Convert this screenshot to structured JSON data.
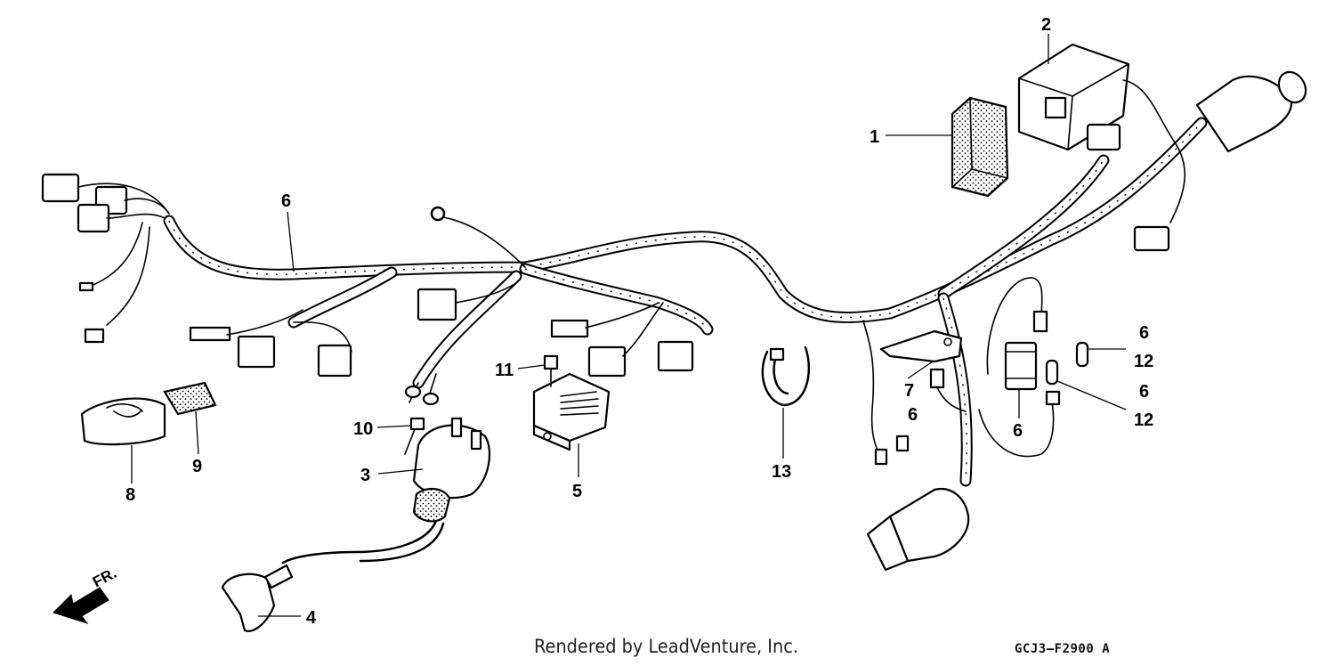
{
  "diagram": {
    "callouts": [
      {
        "id": "c1",
        "text": "1"
      },
      {
        "id": "c2",
        "text": "2"
      },
      {
        "id": "c3",
        "text": "3"
      },
      {
        "id": "c4",
        "text": "4"
      },
      {
        "id": "c5",
        "text": "5"
      },
      {
        "id": "c6a",
        "text": "6"
      },
      {
        "id": "c6b",
        "text": "6"
      },
      {
        "id": "c6c",
        "text": "6"
      },
      {
        "id": "c6d",
        "text": "6"
      },
      {
        "id": "c6e",
        "text": "6"
      },
      {
        "id": "c7",
        "text": "7"
      },
      {
        "id": "c8",
        "text": "8"
      },
      {
        "id": "c9",
        "text": "9"
      },
      {
        "id": "c10",
        "text": "10"
      },
      {
        "id": "c11",
        "text": "11"
      },
      {
        "id": "c12a",
        "text": "12"
      },
      {
        "id": "c12b",
        "text": "12"
      },
      {
        "id": "c13",
        "text": "13"
      }
    ],
    "front_arrow_label": "FR.",
    "credit": "Rendered by LeadVenture, Inc.",
    "diagram_code": "GCJ3—F2900 A"
  }
}
